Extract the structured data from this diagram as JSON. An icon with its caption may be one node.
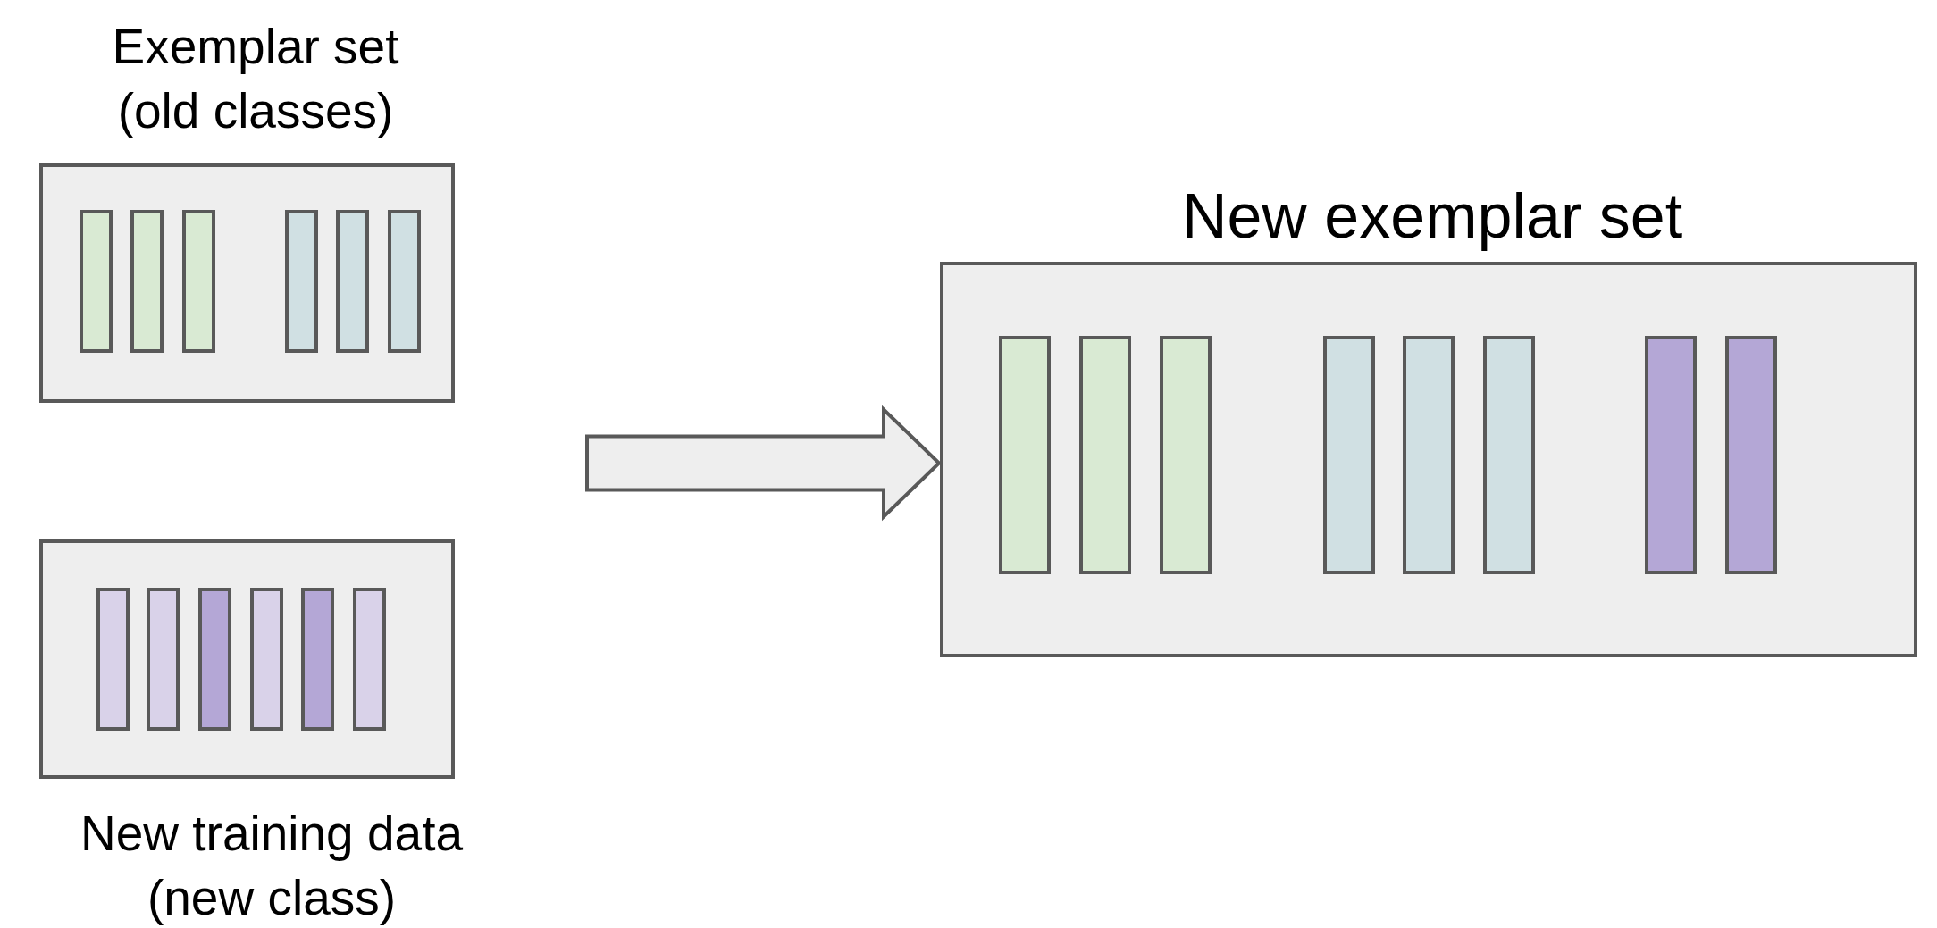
{
  "diagram": {
    "nodes": [
      {
        "text": [
          "Exemplar set (old classes)"
        ]
      },
      {
        "text": [
          "New training data (new class)"
        ]
      },
      {
        "text": [
          "New exemplar set"
        ]
      },
      {
        "text": [],
        "shape": "bar",
        "in": 0
      },
      {
        "text": [],
        "shape": "bar",
        "in": 0
      },
      {
        "text": [],
        "shape": "bar",
        "in": 0
      },
      {
        "text": [],
        "shape": "bar",
        "in": 0
      },
      {
        "text": [],
        "shape": "bar",
        "in": 0
      },
      {
        "text": [],
        "shape": "bar",
        "in": 0
      },
      {
        "text": [],
        "shape": "bar",
        "in": 1
      },
      {
        "text": [],
        "shape": "bar",
        "in": 1
      },
      {
        "text": [],
        "shape": "bar",
        "in": 1
      },
      {
        "text": [],
        "shape": "bar",
        "in": 1
      },
      {
        "text": [],
        "shape": "bar",
        "in": 1
      },
      {
        "text": [],
        "shape": "bar",
        "in": 1
      },
      {
        "text": [],
        "shape": "bar",
        "in": 2
      },
      {
        "text": [],
        "shape": "bar",
        "in": 2
      },
      {
        "text": [],
        "shape": "bar",
        "in": 2
      },
      {
        "text": [],
        "shape": "bar",
        "in": 2
      },
      {
        "text": [],
        "shape": "bar",
        "in": 2
      },
      {
        "text": [],
        "shape": "bar",
        "in": 2
      },
      {
        "text": [],
        "shape": "bar",
        "in": 2
      },
      {
        "text": [],
        "shape": "bar",
        "in": 2
      }
    ],
    "edges": [
      {
        "from": null,
        "to": 2,
        "arrow": "to"
      }
    ]
  }
}
